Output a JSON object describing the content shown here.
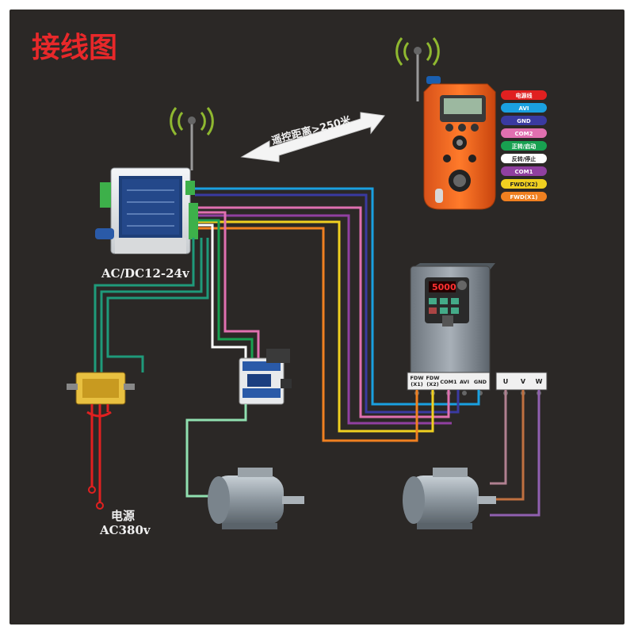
{
  "title": "接线图",
  "distance_label": "遥控距离>250米",
  "receiver_power_label": "AC/DC12-24v",
  "mains_label_line1": "电源",
  "mains_label_line2": "AC380v",
  "inverter_display": "5000",
  "inverter_terminals": [
    "FDW\n(X1)",
    "FDW\n(X2)",
    "COM1",
    "AVI",
    "GND"
  ],
  "motor_terminals": [
    "U",
    "V",
    "W"
  ],
  "legend": [
    {
      "label": "电源线",
      "color": "#e02020"
    },
    {
      "label": "AVI",
      "color": "#1aa0e0"
    },
    {
      "label": "GND",
      "color": "#3a3aa0"
    },
    {
      "label": "COM2",
      "color": "#e070b0"
    },
    {
      "label": "正转/启动",
      "color": "#18a050"
    },
    {
      "label": "反转/停止",
      "color": "#ffffff"
    },
    {
      "label": "COM1",
      "color": "#9040a0"
    },
    {
      "label": "FWD(X2)",
      "color": "#f0d020"
    },
    {
      "label": "FWD(X1)",
      "color": "#f08020"
    }
  ],
  "colors": {
    "background": "#2b2826",
    "title": "#e8282a",
    "remote_body": "#f26a1b",
    "receiver_body": "#e6e8ea",
    "inverter_body": "#8c949c",
    "green_wire": "#1f9a7a"
  },
  "icons": [
    "antenna-icon",
    "double-arrow-icon",
    "motor-icon",
    "contactor-icon",
    "transformer-icon"
  ]
}
